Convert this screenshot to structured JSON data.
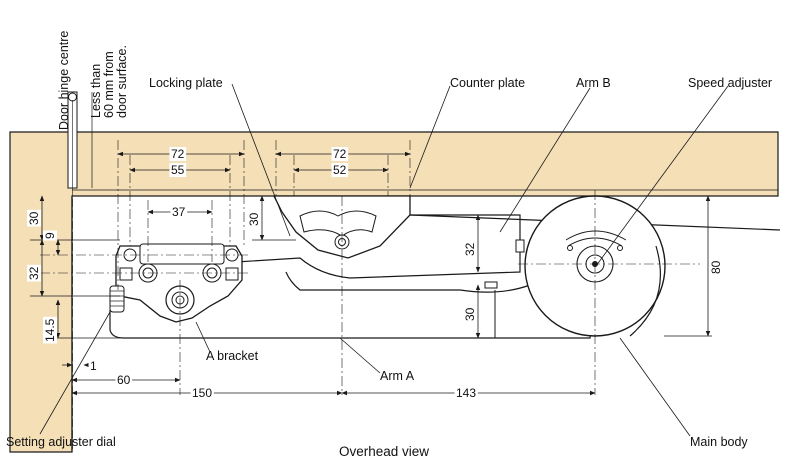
{
  "labels": {
    "door_hinge_centre": "Door hinge centre",
    "less_than_1": "Less than",
    "less_than_2": "60 mm from",
    "less_than_3": "door surface.",
    "locking_plate": "Locking plate",
    "counter_plate": "Counter plate",
    "arm_b": "Arm B",
    "speed_adjuster": "Speed adjuster",
    "a_bracket": "A bracket",
    "arm_a": "Arm A",
    "setting_adjuster_dial": "Setting adjuster dial",
    "main_body": "Main body",
    "caption": "Overhead view"
  },
  "dimensions": {
    "top_72_left": "72",
    "top_55": "55",
    "top_37": "37",
    "top_72_right": "72",
    "top_52": "52",
    "left_30": "30",
    "left_9": "9",
    "left_32": "32",
    "left_14_5": "14.5",
    "plate_30": "30",
    "arm_32": "32",
    "arm_30": "30",
    "body_80": "80",
    "bottom_1": "1",
    "bottom_60": "60",
    "bottom_150": "150",
    "bottom_143": "143"
  },
  "colors": {
    "frame_fill": "#f4dfb6",
    "line": "#1a1a1a"
  }
}
